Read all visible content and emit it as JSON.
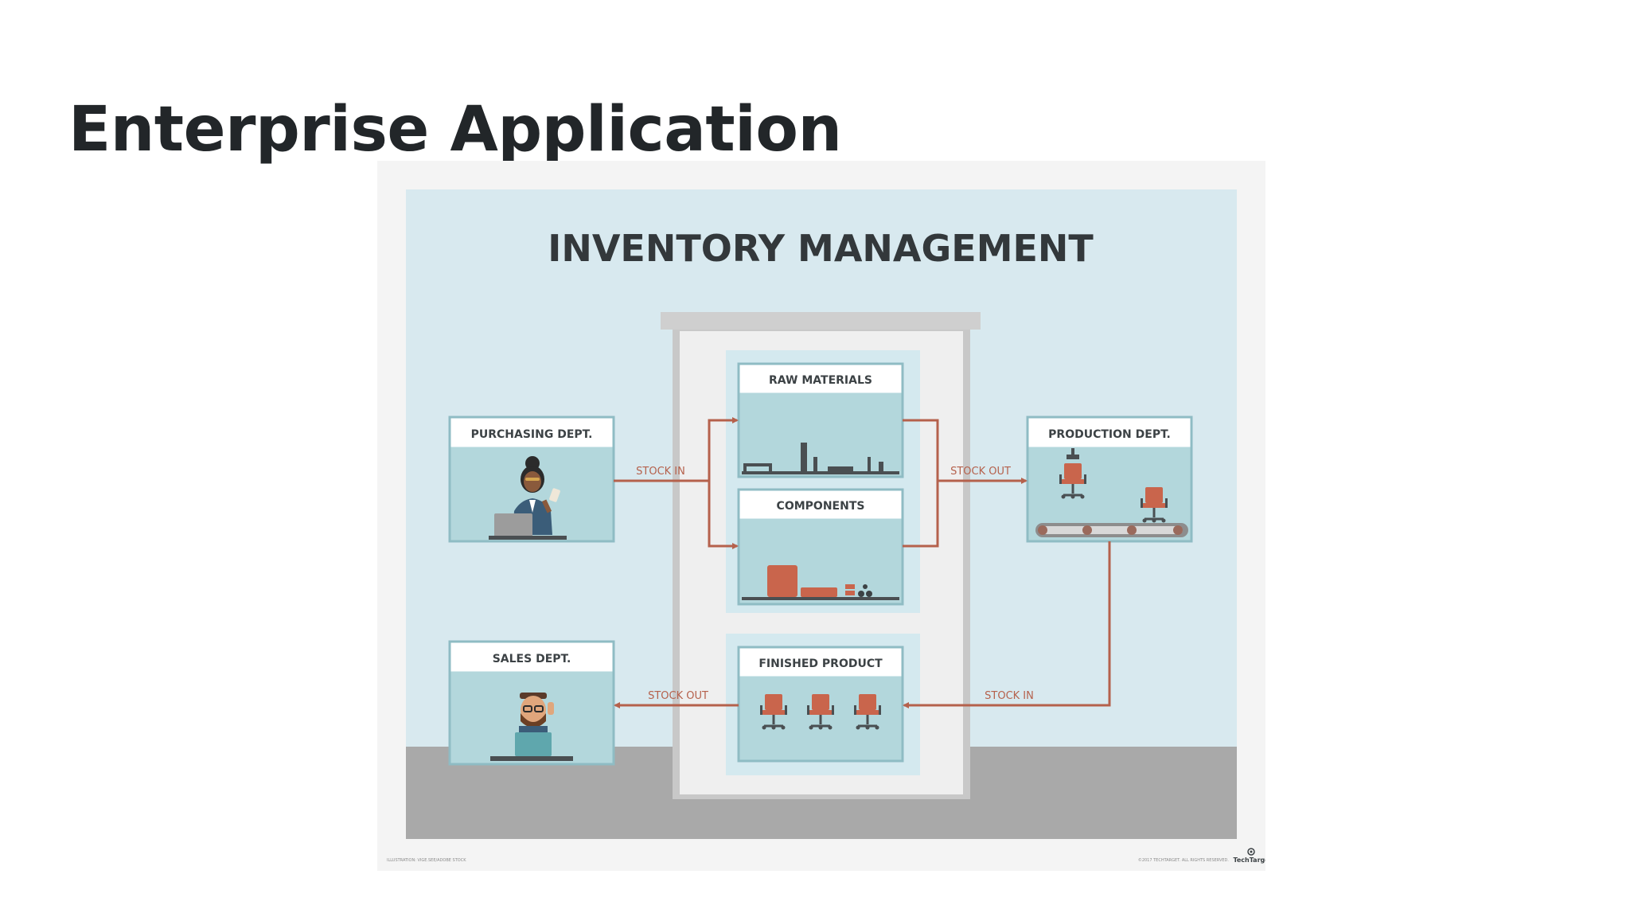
{
  "slide": {
    "title": "Enterprise Application"
  },
  "diagram": {
    "title": "INVENTORY MANAGEMENT",
    "nodes": {
      "purchasing": "PURCHASING DEPT.",
      "raw_materials": "RAW MATERIALS",
      "components": "COMPONENTS",
      "production": "PRODUCTION DEPT.",
      "sales": "SALES DEPT.",
      "finished_product": "FINISHED PRODUCT"
    },
    "edges": [
      {
        "from": "purchasing",
        "to": "raw_materials / components",
        "label": "STOCK IN"
      },
      {
        "from": "raw_materials / components",
        "to": "production",
        "label": "STOCK OUT"
      },
      {
        "from": "production",
        "to": "finished_product",
        "label": "STOCK IN"
      },
      {
        "from": "finished_product",
        "to": "sales",
        "label": "STOCK OUT"
      }
    ],
    "footer_left": "ILLUSTRATION: VIGE.SEE/ADOBE STOCK",
    "footer_right": "©2017 TECHTARGET. ALL RIGHTS RESERVED.",
    "brand": "TechTarget"
  },
  "colors": {
    "wall": "#d8e9ef",
    "floor": "#a9a9a9",
    "box_fill": "#b3d7dc",
    "box_border": "#8fbcc4",
    "arrow": "#b5614c",
    "product": "#c9654c",
    "title_text": "#33383b"
  }
}
